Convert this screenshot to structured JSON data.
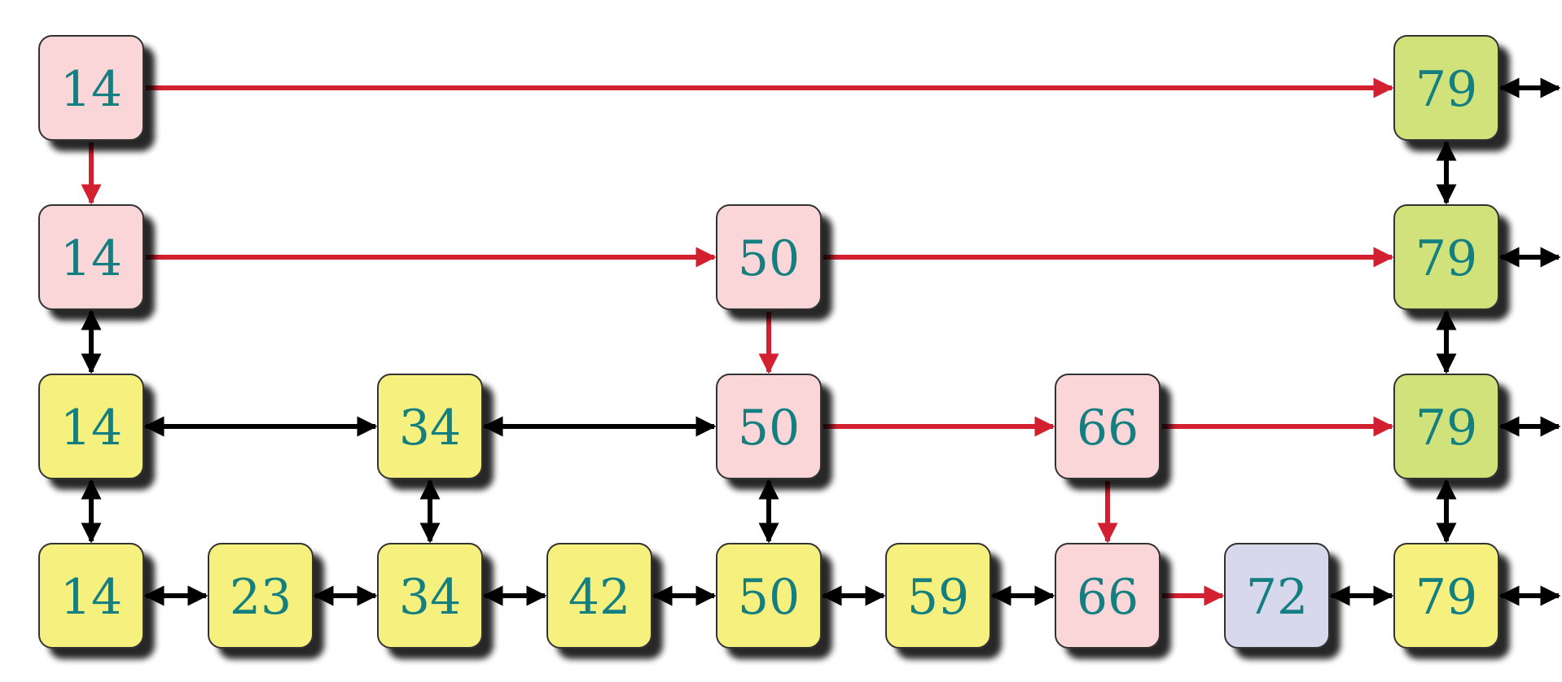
{
  "skip_list": {
    "levels": [
      {
        "level": 3,
        "nodes": [
          {
            "key": "14",
            "state": "search-path"
          },
          {
            "key": "79",
            "state": "tower-top"
          }
        ]
      },
      {
        "level": 2,
        "nodes": [
          {
            "key": "14",
            "state": "search-path"
          },
          {
            "key": "50",
            "state": "search-path"
          },
          {
            "key": "79",
            "state": "tower-top"
          }
        ]
      },
      {
        "level": 1,
        "nodes": [
          {
            "key": "14",
            "state": "normal"
          },
          {
            "key": "34",
            "state": "normal"
          },
          {
            "key": "50",
            "state": "search-path"
          },
          {
            "key": "66",
            "state": "search-path"
          },
          {
            "key": "79",
            "state": "tower-top"
          }
        ]
      },
      {
        "level": 0,
        "nodes": [
          {
            "key": "14",
            "state": "normal"
          },
          {
            "key": "23",
            "state": "normal"
          },
          {
            "key": "34",
            "state": "normal"
          },
          {
            "key": "42",
            "state": "normal"
          },
          {
            "key": "50",
            "state": "normal"
          },
          {
            "key": "59",
            "state": "normal"
          },
          {
            "key": "66",
            "state": "search-path"
          },
          {
            "key": "72",
            "state": "found"
          },
          {
            "key": "79",
            "state": "normal"
          }
        ]
      }
    ],
    "search_path": [
      {
        "from": "3:14",
        "to": "3:79"
      },
      {
        "from": "3:14",
        "to": "2:14"
      },
      {
        "from": "2:14",
        "to": "2:50"
      },
      {
        "from": "2:50",
        "to": "2:79"
      },
      {
        "from": "2:50",
        "to": "1:50"
      },
      {
        "from": "1:50",
        "to": "1:66"
      },
      {
        "from": "1:66",
        "to": "1:79"
      },
      {
        "from": "1:66",
        "to": "0:66"
      },
      {
        "from": "0:66",
        "to": "0:72"
      }
    ],
    "colors": {
      "normal": "#f6f07e",
      "search-path": "#fbd6d8",
      "found": "#d7d8ec",
      "tower-top": "#d2e27a",
      "text": "#147f80",
      "search_arrow": "#d32030",
      "link_arrow": "#000000",
      "border": "#333333"
    }
  }
}
